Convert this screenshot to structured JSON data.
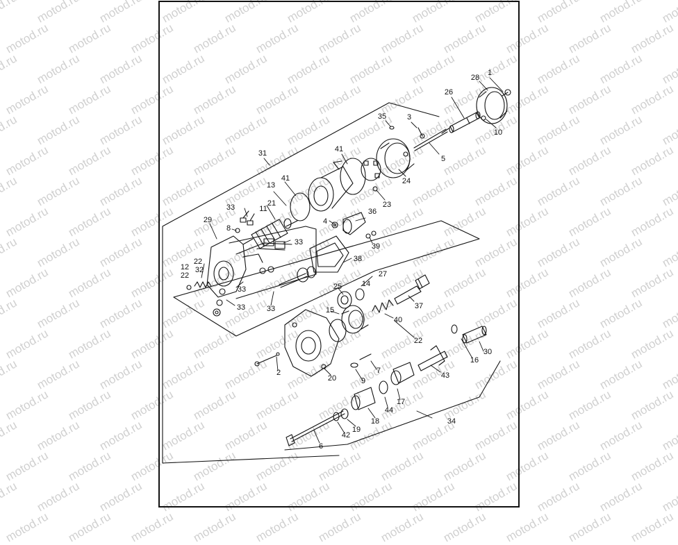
{
  "watermark": {
    "text": "motod.ru"
  },
  "callouts": [
    {
      "id": "c1",
      "label": "1"
    },
    {
      "id": "c28",
      "label": "28"
    },
    {
      "id": "c26",
      "label": "26"
    },
    {
      "id": "c10",
      "label": "10"
    },
    {
      "id": "c35",
      "label": "35"
    },
    {
      "id": "c3",
      "label": "3"
    },
    {
      "id": "c5",
      "label": "5"
    },
    {
      "id": "c31",
      "label": "31"
    },
    {
      "id": "c41a",
      "label": "41"
    },
    {
      "id": "c41b",
      "label": "41"
    },
    {
      "id": "c24",
      "label": "24"
    },
    {
      "id": "c13",
      "label": "13"
    },
    {
      "id": "c23",
      "label": "23"
    },
    {
      "id": "c33a",
      "label": "33"
    },
    {
      "id": "c21",
      "label": "21"
    },
    {
      "id": "c11",
      "label": "11"
    },
    {
      "id": "c29",
      "label": "29"
    },
    {
      "id": "c36",
      "label": "36"
    },
    {
      "id": "c4",
      "label": "4"
    },
    {
      "id": "c8",
      "label": "8"
    },
    {
      "id": "c33b",
      "label": "33"
    },
    {
      "id": "c39",
      "label": "39"
    },
    {
      "id": "c38",
      "label": "38"
    },
    {
      "id": "c22a",
      "label": "22"
    },
    {
      "id": "c32",
      "label": "32"
    },
    {
      "id": "c12",
      "label": "12"
    },
    {
      "id": "c22b",
      "label": "22"
    },
    {
      "id": "c27",
      "label": "27"
    },
    {
      "id": "c14",
      "label": "14"
    },
    {
      "id": "c25",
      "label": "25"
    },
    {
      "id": "c33c",
      "label": "33"
    },
    {
      "id": "c33d",
      "label": "33"
    },
    {
      "id": "c33e",
      "label": "33"
    },
    {
      "id": "c37",
      "label": "37"
    },
    {
      "id": "c15",
      "label": "15"
    },
    {
      "id": "c40",
      "label": "40"
    },
    {
      "id": "c22c",
      "label": "22"
    },
    {
      "id": "c30",
      "label": "30"
    },
    {
      "id": "c16",
      "label": "16"
    },
    {
      "id": "c7",
      "label": "7"
    },
    {
      "id": "c2",
      "label": "2"
    },
    {
      "id": "c43",
      "label": "43"
    },
    {
      "id": "c9",
      "label": "9"
    },
    {
      "id": "c20",
      "label": "20"
    },
    {
      "id": "c17",
      "label": "17"
    },
    {
      "id": "c44",
      "label": "44"
    },
    {
      "id": "c18",
      "label": "18"
    },
    {
      "id": "c34",
      "label": "34"
    },
    {
      "id": "c19",
      "label": "19"
    },
    {
      "id": "c42",
      "label": "42"
    },
    {
      "id": "c6",
      "label": "6"
    }
  ]
}
